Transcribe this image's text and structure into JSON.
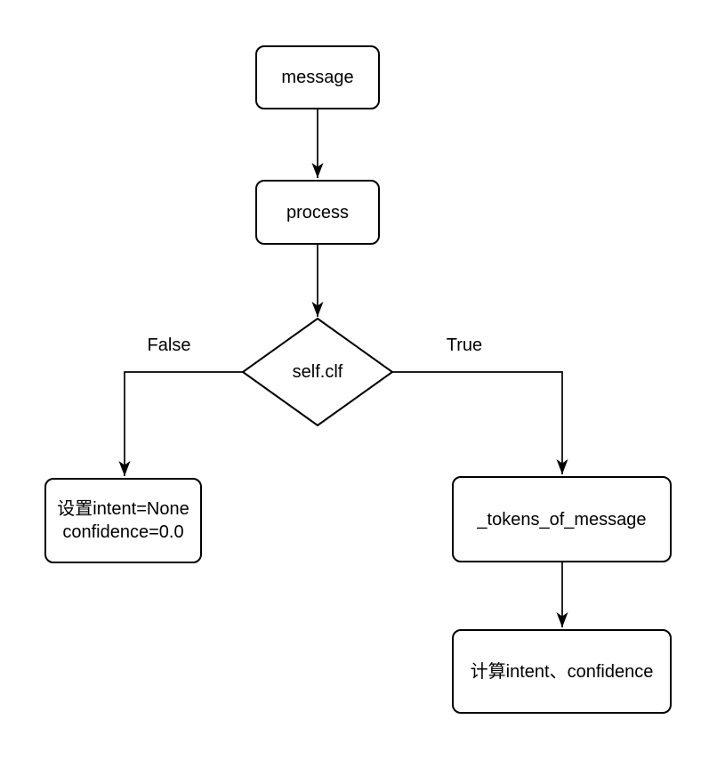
{
  "diagram": {
    "background_color": "#ffffff",
    "stroke_color": "#000000",
    "node_fill_color": "#ffffff",
    "nodes": {
      "message": {
        "label": "message",
        "shape": "rounded-rect"
      },
      "process": {
        "label": "process",
        "shape": "rounded-rect"
      },
      "decision": {
        "label": "self.clf",
        "shape": "diamond"
      },
      "set_intent": {
        "line1": "设置intent=None",
        "line2": "confidence=0.0",
        "shape": "rounded-rect"
      },
      "tokens_of_message": {
        "label": "_tokens_of_message",
        "shape": "rounded-rect"
      },
      "compute_intent_confidence": {
        "label": "计算intent、confidence",
        "shape": "rounded-rect"
      }
    },
    "edge_labels": {
      "false_branch": "False",
      "true_branch": "True"
    }
  }
}
